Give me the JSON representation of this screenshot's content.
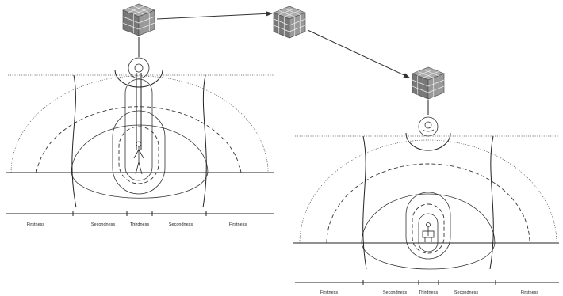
{
  "diagram": {
    "left": {
      "axis_labels": [
        "Firstness",
        "Secondness",
        "Thirdness",
        "Secondness",
        "Firstness"
      ]
    },
    "right": {
      "axis_labels": [
        "Firstness",
        "Secondness",
        "Thirdness",
        "Secondness",
        "Firstness"
      ]
    },
    "icons": [
      "cube-grid-icon",
      "cube-grid-icon",
      "cube-grid-icon"
    ],
    "colors": {
      "stroke": "#333333",
      "cube_dark": "#555555",
      "cube_light": "#bbbbbb"
    }
  }
}
